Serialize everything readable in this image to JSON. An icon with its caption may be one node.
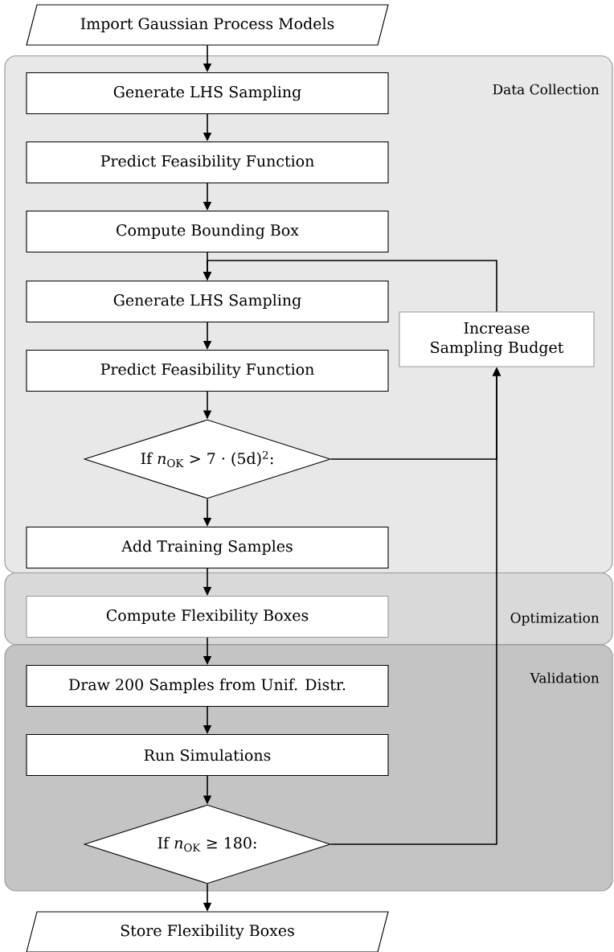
{
  "diagram": {
    "nodes": [
      {
        "text": [
          "Import Gaussian Process Models"
        ]
      },
      {
        "text": [
          "Data Collection"
        ]
      },
      {
        "text": [
          "Generate LHS Sampling"
        ],
        "in": 1
      },
      {
        "text": [
          "Predict Feasibility Function"
        ],
        "in": 1
      },
      {
        "text": [
          "Compute Bounding Box"
        ],
        "in": 1
      },
      {
        "text": [
          "Generate LHS Sampling"
        ],
        "in": 1
      },
      {
        "text": [
          "Predict Feasibility Function"
        ],
        "in": 1
      },
      {
        "text": [
          "If *n*$_{OK}$ > 7 · (5d)$^{2}$:"
        ],
        "in": 1
      },
      {
        "text": [
          "Increase Sampling Budget"
        ],
        "in": 1
      },
      {
        "text": [
          "Add Training Samples"
        ],
        "in": 1
      },
      {
        "text": [
          "Optimization"
        ]
      },
      {
        "text": [
          "Compute Flexibility Boxes"
        ],
        "in": 10
      },
      {
        "text": [
          "Validation"
        ]
      },
      {
        "text": [
          "Draw 200 Samples from Unif. Distr."
        ],
        "in": 12
      },
      {
        "text": [
          "Run Simulations"
        ],
        "in": 12
      },
      {
        "text": [
          "If *n*$_{OK}$ ≥ 180:"
        ],
        "in": 12
      },
      {
        "text": [
          "Store Flexibility Boxes"
        ]
      }
    ],
    "edges": [
      {
        "from": 0,
        "to": 2,
        "arrow": "to"
      },
      {
        "from": 2,
        "to": 3,
        "arrow": "to"
      },
      {
        "from": 3,
        "to": 4,
        "arrow": "to"
      },
      {
        "from": 4,
        "to": 5,
        "arrow": "to"
      },
      {
        "from": 5,
        "to": 6,
        "arrow": "to"
      },
      {
        "from": 6,
        "to": 7,
        "arrow": "to"
      },
      {
        "from": 7,
        "to": 9,
        "arrow": "to"
      },
      {
        "from": 7,
        "to": 8,
        "arrow": "to"
      },
      {
        "from": 15,
        "to": 8,
        "arrow": "to"
      },
      {
        "from": 8,
        "to": 5,
        "arrow": "to"
      },
      {
        "from": 9,
        "to": 11,
        "arrow": "to"
      },
      {
        "from": 11,
        "to": 13,
        "arrow": "to"
      },
      {
        "from": 13,
        "to": 14,
        "arrow": "to"
      },
      {
        "from": 14,
        "to": 15,
        "arrow": "to"
      },
      {
        "from": 15,
        "to": 16,
        "arrow": "to"
      }
    ]
  }
}
